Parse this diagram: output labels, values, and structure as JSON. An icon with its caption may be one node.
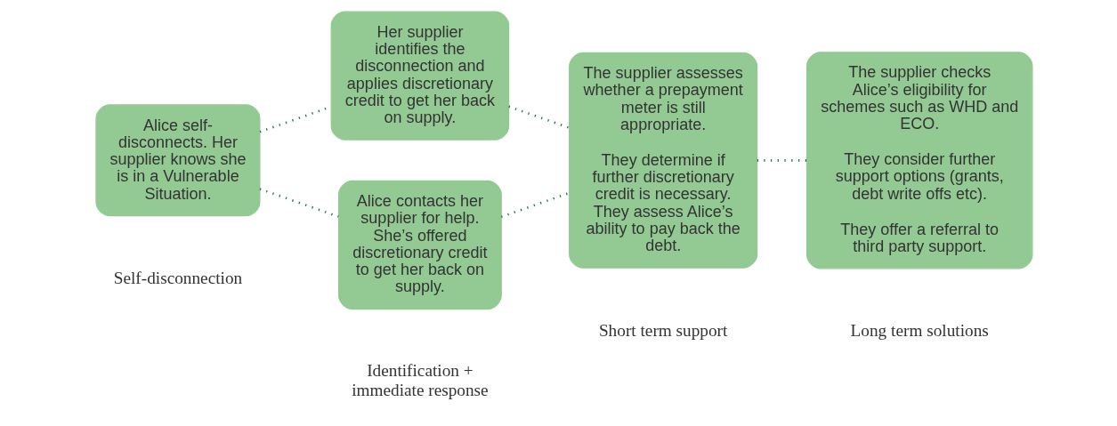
{
  "diagram": {
    "nodes": [
      {
        "text": [
          "Alice self-disconnects. Her supplier knows she is in a Vulnerable Situation."
        ]
      },
      {
        "text": [
          "Her supplier identifies the disconnection and applies discretionary credit to get her back on supply."
        ]
      },
      {
        "text": [
          "Alice contacts her supplier for help. She’s offered discretionary credit to get her back on supply."
        ]
      },
      {
        "text": [
          "The supplier assesses whether a prepayment meter is still appropriate.",
          "They determine if further discretionary credit is necessary. They assess Alice’s ability to pay back the debt."
        ]
      },
      {
        "text": [
          "The supplier checks Alice’s eligibility for schemes such as WHD and ECO.",
          "They consider further support options (grants, debt write offs etc).",
          "They offer a referral to third party support."
        ]
      }
    ],
    "edges": [
      {
        "from": 0,
        "to": 1,
        "arrow": "none"
      },
      {
        "from": 0,
        "to": 2,
        "arrow": "none"
      },
      {
        "from": 1,
        "to": 3,
        "arrow": "none"
      },
      {
        "from": 2,
        "to": 3,
        "arrow": "none"
      },
      {
        "from": 3,
        "to": 4,
        "arrow": "none"
      }
    ],
    "labels": [
      "Self-disconnection",
      "Identification + immediate response",
      "Short term support",
      "Long term solutions"
    ]
  }
}
